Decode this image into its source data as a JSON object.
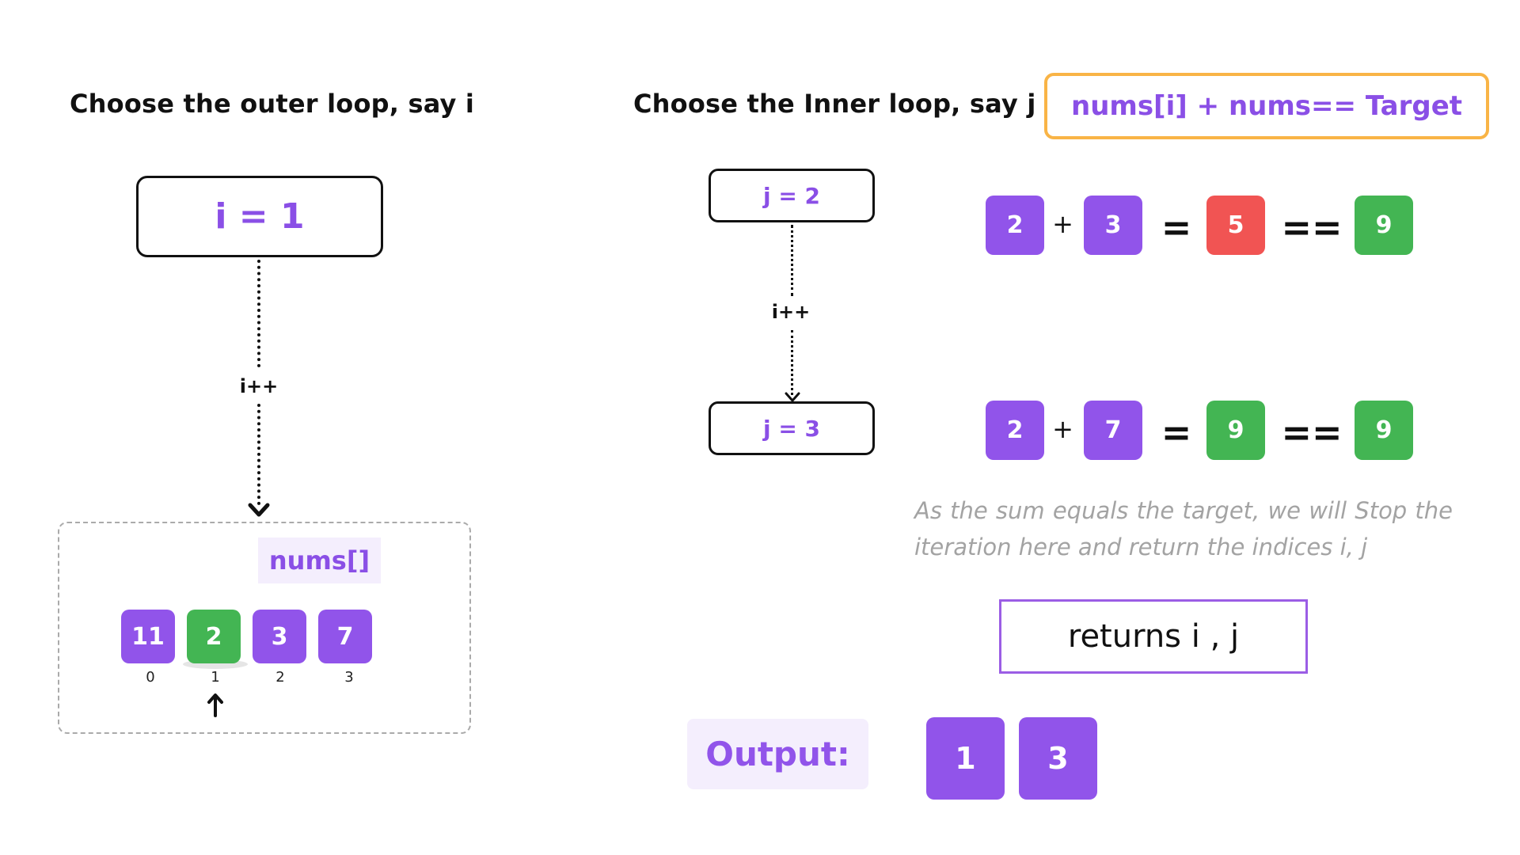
{
  "outer": {
    "heading": "Choose the outer loop, say i",
    "box_label": "i = 1",
    "step_label": "i++",
    "array_title": "nums[]",
    "array": [
      {
        "value": "11",
        "index": "0",
        "color": "#9154ea"
      },
      {
        "value": "2",
        "index": "1",
        "color": "#43b553"
      },
      {
        "value": "3",
        "index": "2",
        "color": "#9154ea"
      },
      {
        "value": "7",
        "index": "3",
        "color": "#9154ea"
      }
    ],
    "pointer_index": 1
  },
  "inner": {
    "heading": "Choose the Inner loop, say j",
    "condition": "nums[i] + nums== Target",
    "box_top": "j = 2",
    "box_bottom": "j = 3",
    "step_label": "i++",
    "equations": [
      {
        "a": "2",
        "plus": "+",
        "b": "3",
        "eq": "=",
        "sum": "5",
        "sum_color": "#f15453",
        "cmp": "==",
        "target": "9"
      },
      {
        "a": "2",
        "plus": "+",
        "b": "7",
        "eq": "=",
        "sum": "9",
        "sum_color": "#43b553",
        "cmp": "==",
        "target": "9"
      }
    ],
    "note": "As the sum equals the target, we will Stop the iteration here and return the indices i, j",
    "returns": "returns i , j",
    "output_label": "Output:",
    "output_values": [
      "1",
      "3"
    ]
  },
  "colors": {
    "purple": "#9154ea",
    "green": "#43b553",
    "red": "#f15453",
    "orange_border": "#f9b446",
    "label_purple": "#8a4fe6",
    "light_purple_bg": "#f4eefd"
  }
}
